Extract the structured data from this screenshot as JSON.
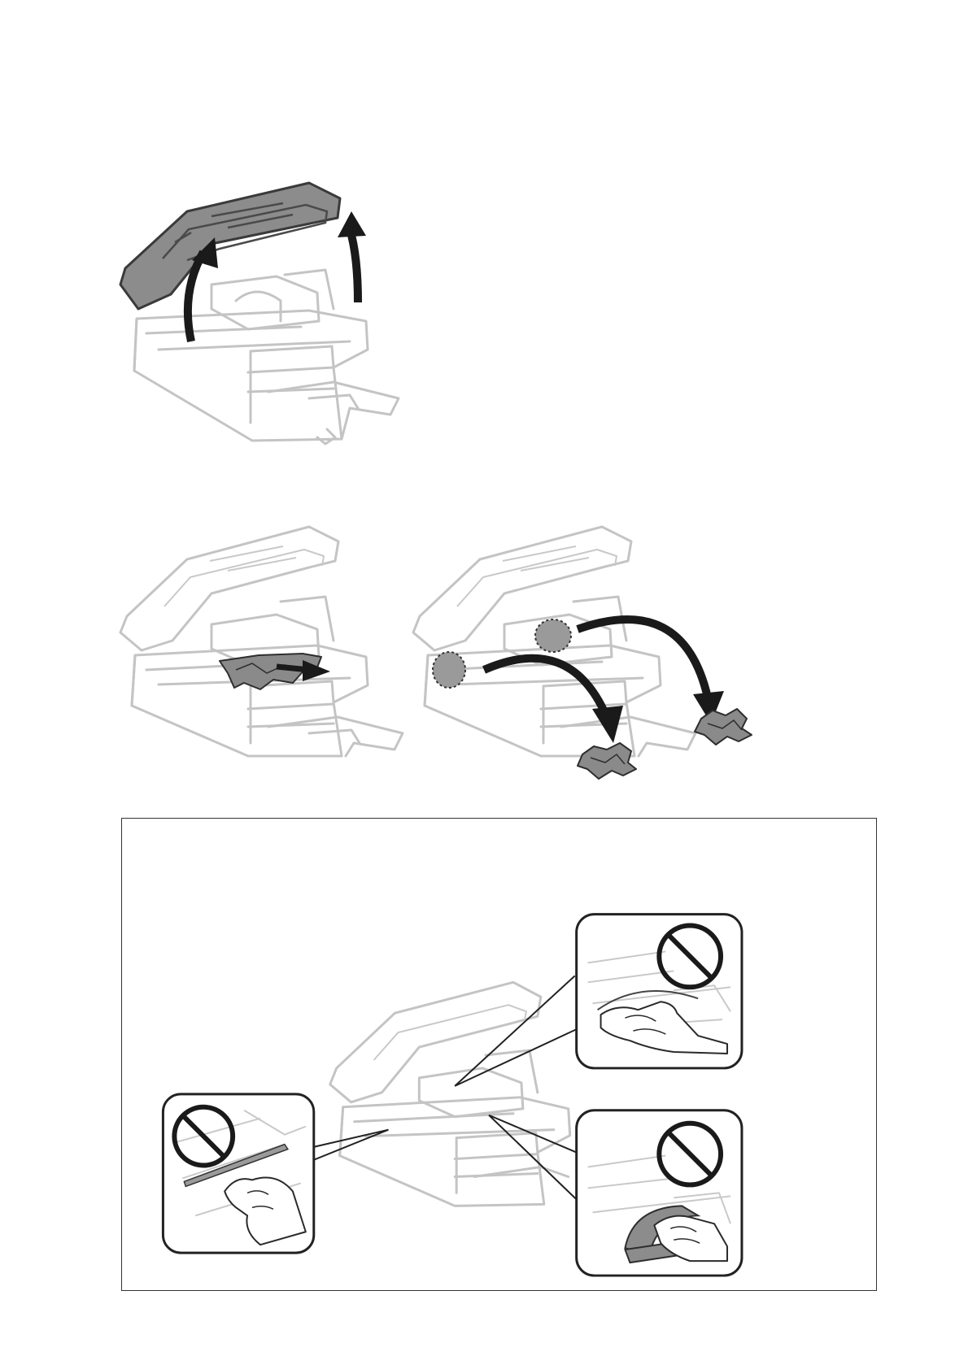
{
  "figures": [
    {
      "id": "open-scanner-unit",
      "icons": [
        "printer-icon",
        "up-arrow-icon",
        "up-arrow-icon"
      ]
    },
    {
      "id": "remove-jammed-paper",
      "icons": [
        "printer-icon",
        "jammed-paper-icon",
        "pull-arrow-icon"
      ]
    },
    {
      "id": "remove-torn-pieces",
      "icons": [
        "printer-icon",
        "jam-location-icon",
        "jam-location-icon",
        "curved-arrow-icon",
        "curved-arrow-icon",
        "crumpled-paper-icon",
        "crumpled-paper-icon"
      ]
    }
  ],
  "caution": {
    "insets": [
      {
        "id": "translucent-film",
        "icons": [
          "prohibited-icon",
          "hand-icon"
        ]
      },
      {
        "id": "print-head-cable",
        "icons": [
          "prohibited-icon",
          "hand-icon"
        ]
      },
      {
        "id": "ink-tubes",
        "icons": [
          "prohibited-icon",
          "hand-icon"
        ]
      }
    ]
  },
  "colors": {
    "line_light": "#c4c4c4",
    "scanner_dark": "#8c8c8c",
    "outline_dark": "#3a3a3a",
    "arrow": "#1a1a1a",
    "frame": "#333333"
  }
}
